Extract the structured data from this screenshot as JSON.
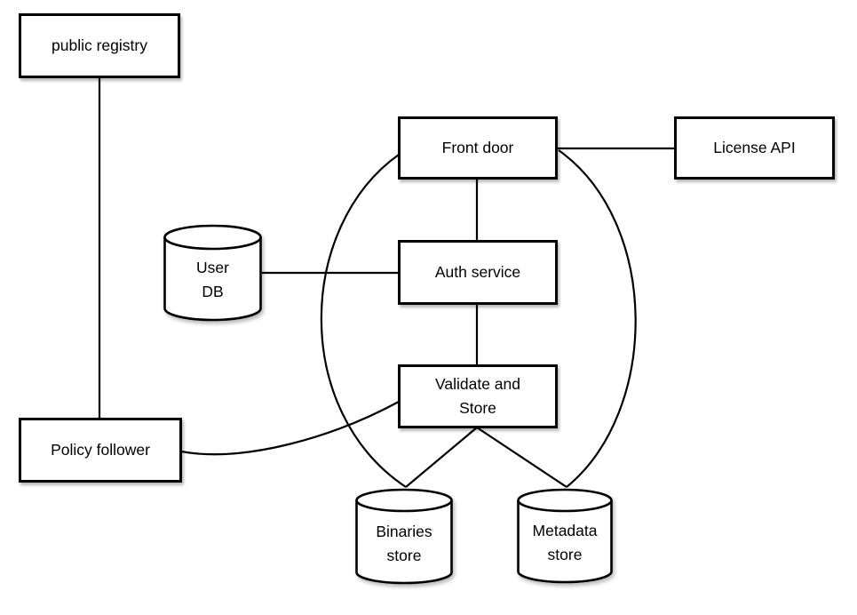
{
  "canvas": {
    "background_color": "#ffffff",
    "line_color": "#000000"
  },
  "nodes": {
    "public_registry": {
      "label": "public registry",
      "shape": "rectangle"
    },
    "front_door": {
      "label": "Front door",
      "shape": "rectangle"
    },
    "license_api": {
      "label": "License API",
      "shape": "rectangle"
    },
    "user_db": {
      "lines": [
        "User",
        "DB"
      ],
      "shape": "cylinder"
    },
    "auth_service": {
      "label": "Auth service",
      "shape": "rectangle"
    },
    "validate_store": {
      "lines": [
        "Validate and",
        "Store"
      ],
      "shape": "rectangle"
    },
    "policy_follower": {
      "label": "Policy follower",
      "shape": "rectangle"
    },
    "binaries_store": {
      "lines": [
        "Binaries",
        "store"
      ],
      "shape": "cylinder"
    },
    "metadata_store": {
      "lines": [
        "Metadata",
        "store"
      ],
      "shape": "cylinder"
    }
  },
  "edges": [
    {
      "from": "public_registry",
      "to": "policy_follower",
      "style": "straight"
    },
    {
      "from": "front_door",
      "to": "auth_service",
      "style": "straight"
    },
    {
      "from": "auth_service",
      "to": "validate_store",
      "style": "straight"
    },
    {
      "from": "front_door",
      "to": "license_api",
      "style": "straight"
    },
    {
      "from": "user_db",
      "to": "auth_service",
      "style": "straight"
    },
    {
      "from": "front_door",
      "to": "binaries_store",
      "style": "curved"
    },
    {
      "from": "front_door",
      "to": "metadata_store",
      "style": "curved"
    },
    {
      "from": "validate_store",
      "to": "binaries_store",
      "style": "straight"
    },
    {
      "from": "validate_store",
      "to": "metadata_store",
      "style": "straight"
    },
    {
      "from": "policy_follower",
      "to": "validate_store",
      "style": "curved"
    }
  ]
}
